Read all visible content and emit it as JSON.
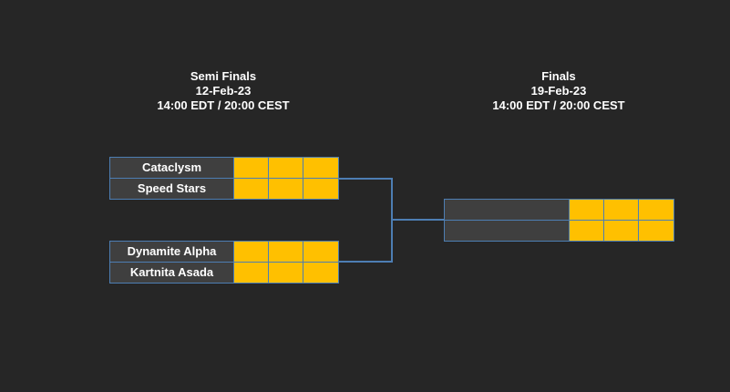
{
  "headers": {
    "semi_finals": {
      "title": "Semi Finals",
      "date": "12-Feb-23",
      "time": "14:00 EDT / 20:00 CEST"
    },
    "finals": {
      "title": "Finals",
      "date": "19-Feb-23",
      "time": "14:00 EDT / 20:00 CEST"
    }
  },
  "bracket": {
    "semifinal1": {
      "teams": [
        {
          "name": "Cataclysm",
          "scores": [
            "",
            "",
            ""
          ]
        },
        {
          "name": "Speed Stars",
          "scores": [
            "",
            "",
            ""
          ]
        }
      ]
    },
    "semifinal2": {
      "teams": [
        {
          "name": "Dynamite Alpha",
          "scores": [
            "",
            "",
            ""
          ]
        },
        {
          "name": "Kartnita Asada",
          "scores": [
            "",
            "",
            ""
          ]
        }
      ]
    },
    "final": {
      "teams": [
        {
          "name": "",
          "scores": [
            "",
            "",
            ""
          ]
        },
        {
          "name": "",
          "scores": [
            "",
            "",
            ""
          ]
        }
      ]
    }
  },
  "colors": {
    "background": "#262626",
    "name_cell_fill": "#3f3f3f",
    "score_cell_fill": "#ffc000",
    "border_line": "#4d7eb3",
    "text": "#ffffff"
  }
}
